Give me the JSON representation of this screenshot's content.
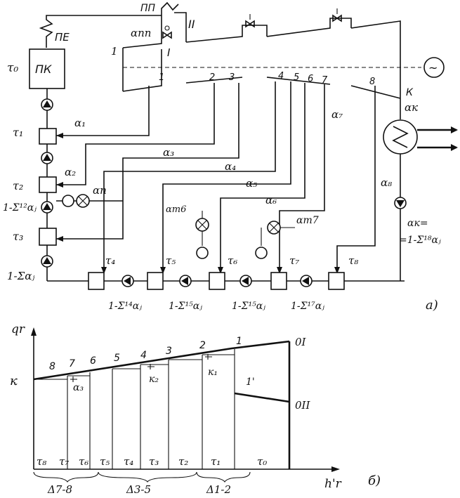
{
  "scheme": {
    "left_column": {
      "pe": "ПЕ",
      "pk": "ПК",
      "tau0": "τ₀",
      "tau1": "τ₁",
      "tau2": "τ₂",
      "tau3": "τ₃",
      "sum2": "1-Σ¹²αⱼ",
      "sum_all": "1-Σαⱼ"
    },
    "turbine": {
      "pp": "ПП",
      "reheat_II": "II",
      "reheat_I": "I",
      "alpha_pp": "αпп",
      "inlet_1": "1",
      "k_label": "К",
      "alpha_k": "αк",
      "generator": "~"
    },
    "taps": [
      "1",
      "2",
      "3",
      "4",
      "5",
      "6",
      "7",
      "8"
    ],
    "flows": {
      "a1": "α₁",
      "a2": "α₂",
      "a3": "α₃",
      "a4": "α₄",
      "a5": "α₅",
      "a6": "α₆",
      "a7": "α₇",
      "a8": "α₈",
      "an": "αп",
      "at6": "αт6",
      "at7": "αт7",
      "ak_eq_1": "αк=",
      "ak_eq_2": "=1-Σ¹⁸αⱼ"
    },
    "heaters": {
      "tau4": "τ₄",
      "tau5": "τ₅",
      "tau6": "τ₆",
      "tau7": "τ₇",
      "tau8": "τ₈"
    },
    "bottom_sums": [
      "1-Σ¹⁴αⱼ",
      "1-Σ¹⁵αⱼ",
      "1-Σ¹⁵αⱼ",
      "1-Σ¹⁷αⱼ"
    ],
    "part_label": "а)"
  },
  "diagram": {
    "y_axis": "qr",
    "x_axis": "h'r",
    "k_label": "к",
    "points_top": [
      "8",
      "7",
      "6",
      "5",
      "4",
      "3",
      "2",
      "1"
    ],
    "point_1prime": "1'",
    "o1": "0I",
    "o2": "0II",
    "k_markers": [
      "α₃",
      "к₂",
      "к₁"
    ],
    "taus": [
      "τ₈",
      "τ₇",
      "τ₆",
      "τ₅",
      "τ₄",
      "τ₃",
      "τ₂",
      "τ₁",
      "τ₀"
    ],
    "deltas": [
      "Δ7-8",
      "Δ3-5",
      "Δ1-2"
    ],
    "part_label": "б)"
  }
}
